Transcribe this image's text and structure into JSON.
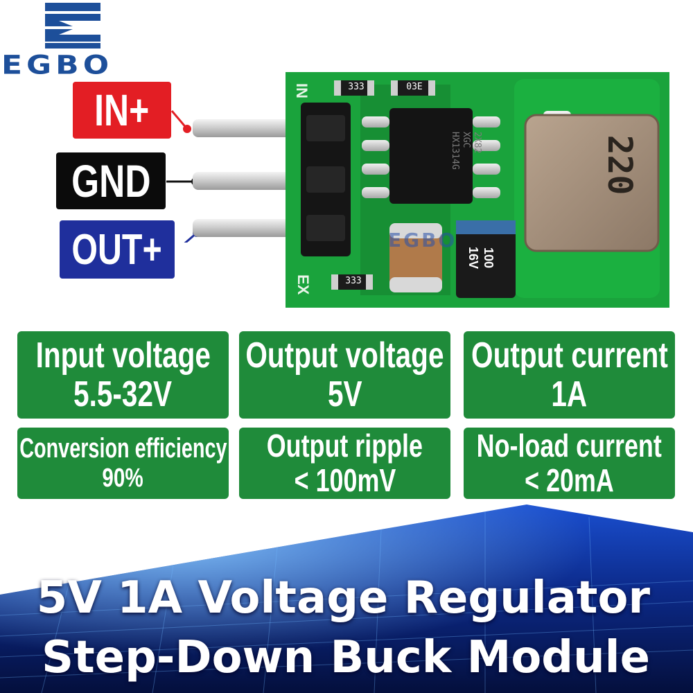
{
  "brand": {
    "logo_text": "EGBO",
    "color": "#1d4f9a"
  },
  "pins": {
    "in": {
      "label": "IN+",
      "color": "#e31e24"
    },
    "gnd": {
      "label": "GND",
      "color": "#0b0b0b"
    },
    "out": {
      "label": "OUT+",
      "color": "#1f2f9c"
    }
  },
  "board": {
    "silk_left_top": "IN",
    "silk_left_bottom": "EX",
    "resistor_top_left": "333",
    "resistor_top_right": "03E",
    "resistor_bottom": "333",
    "ic_markings": [
      "2X82",
      "XGC",
      "HX1314G"
    ],
    "inductor_label": "220",
    "capacitor_label_1": "100",
    "capacitor_label_2": "16V",
    "watermark": "EGBO"
  },
  "specs": [
    {
      "name": "Input voltage",
      "value": "5.5-32V"
    },
    {
      "name": "Output voltage",
      "value": "5V"
    },
    {
      "name": "Output current",
      "value": "1A"
    },
    {
      "name": "Conversion efficiency",
      "value": "90%"
    },
    {
      "name": "Output ripple",
      "value": "< 100mV"
    },
    {
      "name": "No-load current",
      "value": "< 20mA"
    }
  ],
  "title": {
    "line1": "5V 1A Voltage Regulator",
    "line2": "Step-Down Buck Module"
  },
  "colors": {
    "spec_box": "#1f8b3a",
    "pcb": "#1aa33c",
    "banner": "#0a1f6e"
  }
}
